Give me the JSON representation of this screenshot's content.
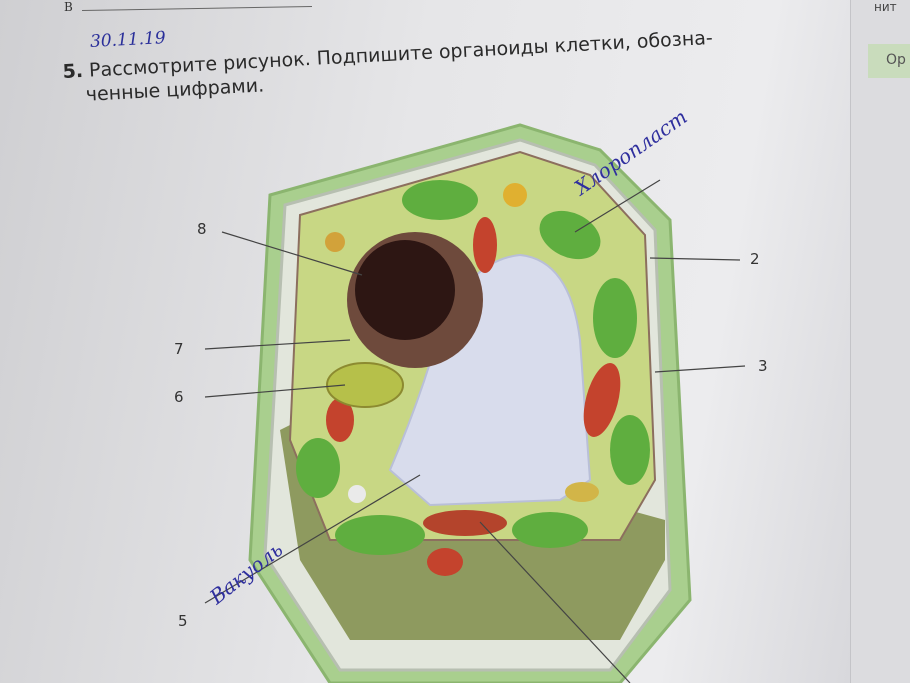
{
  "header": {
    "letter": "В",
    "side_fragment": "нит",
    "side_box": "Ор"
  },
  "date_handwritten": "30.11.19",
  "task": {
    "number": "5.",
    "line1": "Рассмотрите рисунок. Подпишите органоиды клетки, обозна-",
    "line2": "ченные цифрами."
  },
  "labels": [
    "8",
    "7",
    "6",
    "5",
    "2",
    "3"
  ],
  "handwritten": {
    "chloroplast": "Хлоропласт",
    "vacuole": "Вакуоль"
  }
}
